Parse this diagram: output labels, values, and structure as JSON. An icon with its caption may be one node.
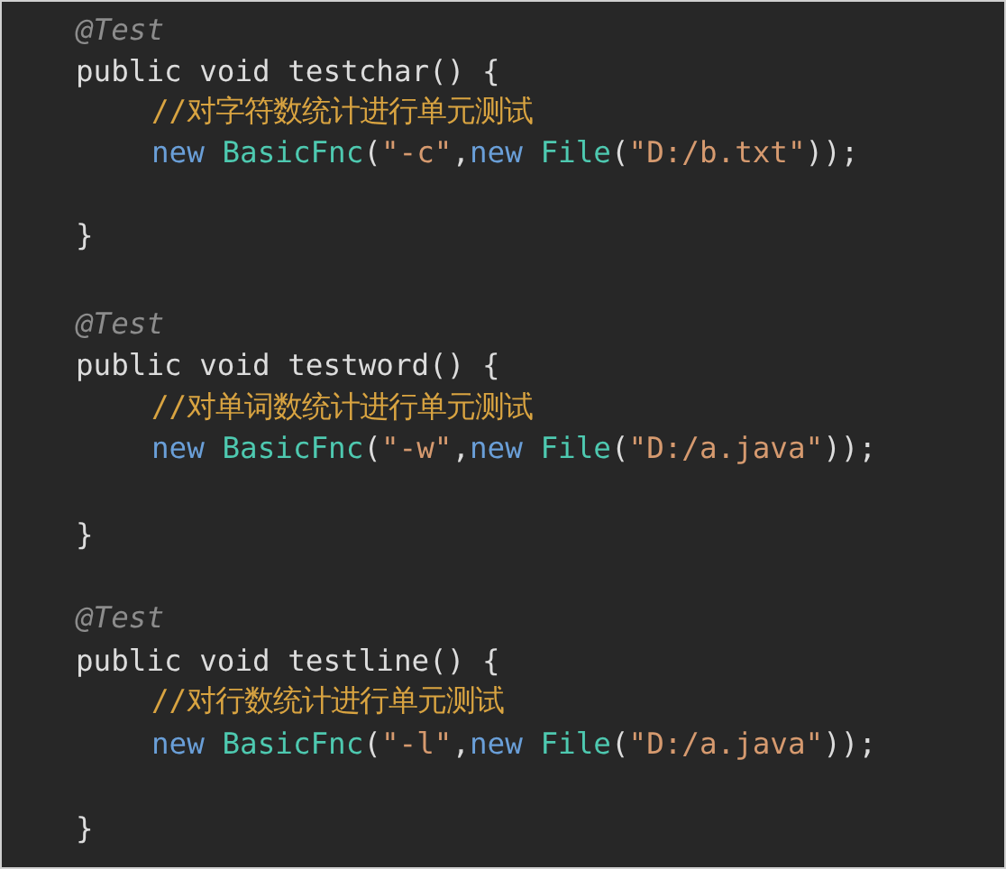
{
  "diagram": {
    "labels": [
      "@Test",
      "public void testchar() {",
      "//对字符数统计进行单元测试",
      "new BasicFnc(\"-c\",new File(\"D:/b.txt\"));",
      "}",
      "@Test",
      "public void testword() {",
      "//对单词数统计进行单元测试",
      "new BasicFnc(\"-w\",new File(\"D:/a.java\"));",
      "}",
      "@Test",
      "public void testline() {",
      "//对行数统计进行单元测试",
      "new BasicFnc(\"-l\",new File(\"D:/a.java\"));",
      "}"
    ]
  }
}
